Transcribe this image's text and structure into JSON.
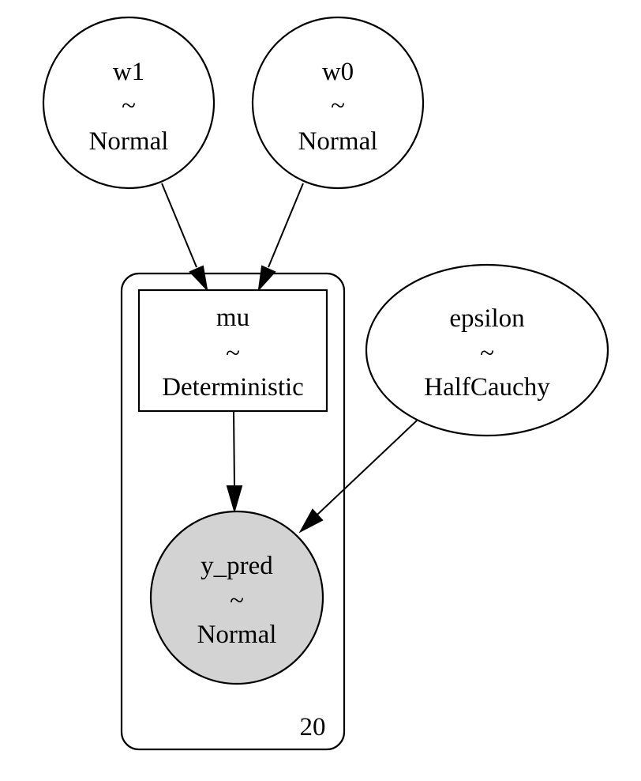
{
  "diagram": {
    "colors": {
      "background": "#ffffff",
      "stroke": "#000000",
      "observed_fill": "#d3d3d3",
      "latent_fill": "#ffffff"
    },
    "plate": {
      "label": "20"
    },
    "nodes": {
      "w1": {
        "name": "w1",
        "sep": "~",
        "dist": "Normal",
        "shape": "circle",
        "observed": false
      },
      "w0": {
        "name": "w0",
        "sep": "~",
        "dist": "Normal",
        "shape": "circle",
        "observed": false
      },
      "mu": {
        "name": "mu",
        "sep": "~",
        "dist": "Deterministic",
        "shape": "box",
        "observed": false
      },
      "epsilon": {
        "name": "epsilon",
        "sep": "~",
        "dist": "HalfCauchy",
        "shape": "ellipse",
        "observed": false
      },
      "y_pred": {
        "name": "y_pred",
        "sep": "~",
        "dist": "Normal",
        "shape": "circle",
        "observed": true
      }
    },
    "edges": [
      {
        "from": "w1",
        "to": "mu"
      },
      {
        "from": "w0",
        "to": "mu"
      },
      {
        "from": "mu",
        "to": "y_pred"
      },
      {
        "from": "epsilon",
        "to": "y_pred"
      }
    ]
  }
}
